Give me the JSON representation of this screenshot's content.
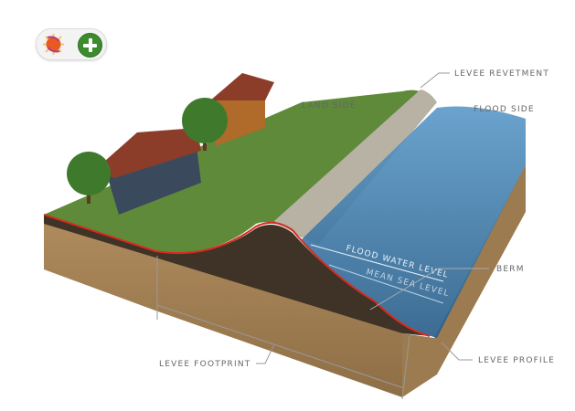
{
  "toolbar": {
    "buttons": [
      {
        "name": "hurricane",
        "icon": "hurricane-icon"
      },
      {
        "name": "add",
        "icon": "plus-icon",
        "color": "#3c8c2e"
      }
    ]
  },
  "diagram": {
    "labels": {
      "levee_revetment": "LEVEE REVETMENT",
      "land_side": "LAND SIDE",
      "flood_side": "FLOOD SIDE",
      "flood_water_level": "FLOOD WATER LEVEL",
      "mean_sea_level": "MEAN SEA LEVEL",
      "berm": "BERM",
      "levee_profile": "LEVEE PROFILE",
      "levee_footprint": "LEVEE FOOTPRINT"
    },
    "colors": {
      "grass": "#5f8a3a",
      "soil": "#3e3326",
      "base": "#a8855a",
      "water": "#3f79a8",
      "profile_line": "#d82a1e",
      "revetment": "#b8b2a4"
    }
  }
}
